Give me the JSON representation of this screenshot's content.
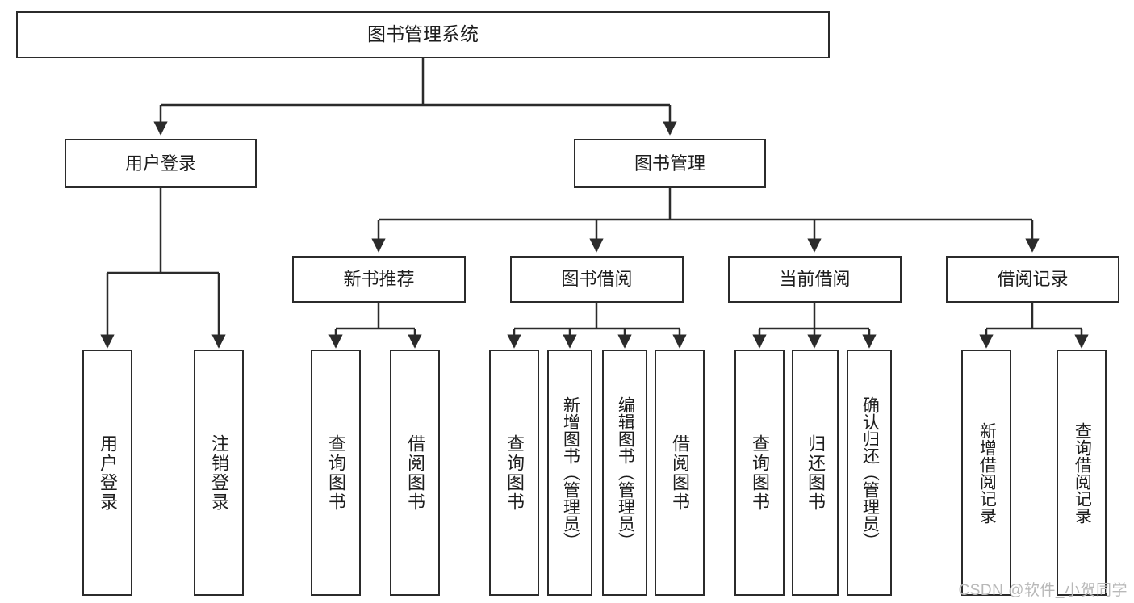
{
  "diagram": {
    "title": "图书管理系统",
    "root": {
      "label": "图书管理系统"
    },
    "level2": [
      {
        "label": "用户登录"
      },
      {
        "label": "图书管理"
      }
    ],
    "level3": [
      {
        "label": "新书推荐"
      },
      {
        "label": "图书借阅"
      },
      {
        "label": "当前借阅"
      },
      {
        "label": "借阅记录"
      }
    ],
    "leaves": {
      "user_login": [
        {
          "label": "用户登录"
        },
        {
          "label": "注销登录"
        }
      ],
      "new_book_recommend": [
        {
          "label": "查询图书"
        },
        {
          "label": "借阅图书"
        }
      ],
      "book_borrow": [
        {
          "label": "查询图书"
        },
        {
          "label": "新增图书（管理员）"
        },
        {
          "label": "编辑图书（管理员）"
        },
        {
          "label": "借阅图书"
        }
      ],
      "current_borrow": [
        {
          "label": "查询图书"
        },
        {
          "label": "归还图书"
        },
        {
          "label": "确认归还（管理员）"
        }
      ],
      "borrow_record": [
        {
          "label": "新增借阅记录"
        },
        {
          "label": "查询借阅记录"
        }
      ]
    }
  },
  "watermark": {
    "text": "CSDN @软件_小贺同学"
  },
  "colors": {
    "stroke": "#2b2b2b",
    "background": "#ffffff",
    "text": "#1d1d1d",
    "watermark": "#b8b8b8"
  }
}
